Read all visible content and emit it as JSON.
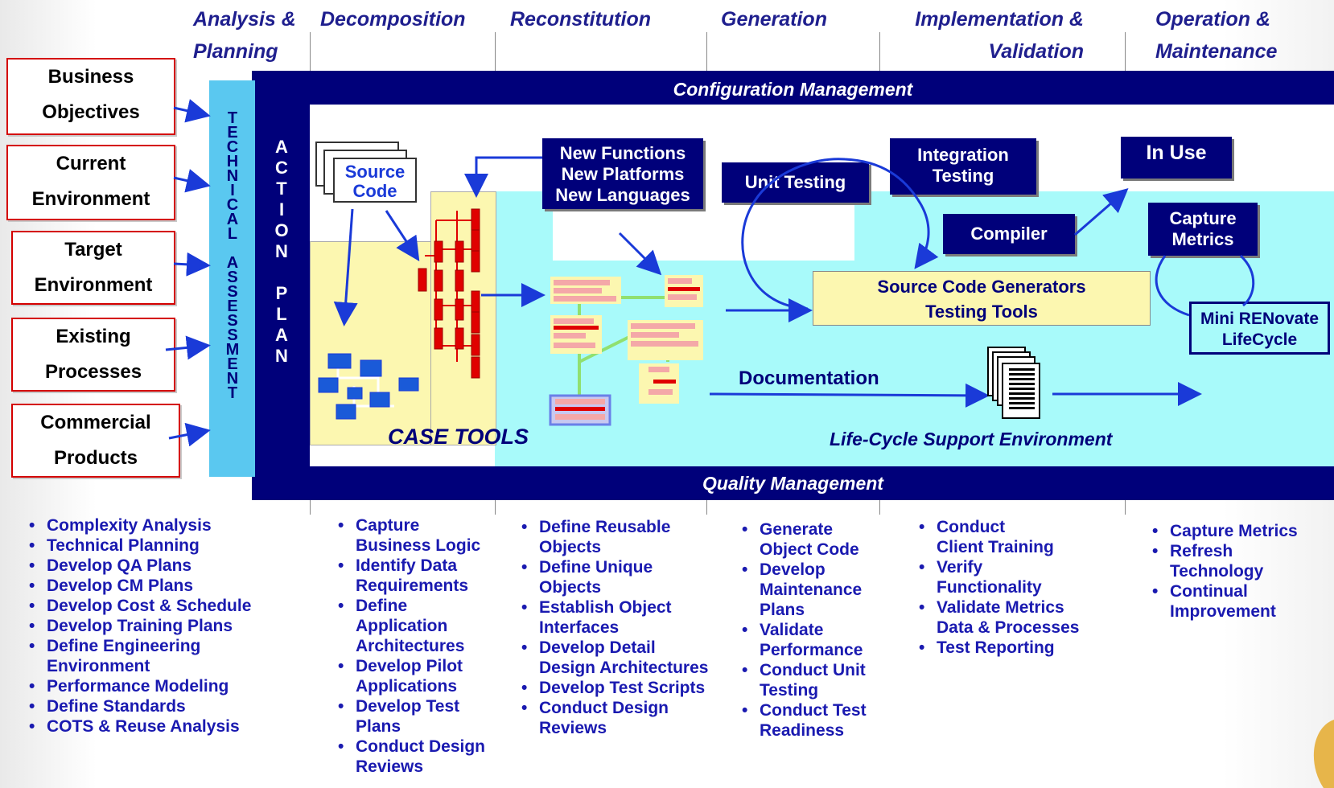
{
  "phases": [
    {
      "label": "Analysis &\nPlanning"
    },
    {
      "label": "Decomposition"
    },
    {
      "label": "Reconstitution"
    },
    {
      "label": "Generation"
    },
    {
      "label": "Implementation &\nValidation"
    },
    {
      "label": "Operation &\nMaintenance"
    }
  ],
  "bands": {
    "top": "Configuration Management",
    "bottom": "Quality Management"
  },
  "inputs": [
    {
      "label": "Business\nObjectives"
    },
    {
      "label": "Current\nEnvironment"
    },
    {
      "label": "Target\nEnvironment"
    },
    {
      "label": "Existing\nProcesses"
    },
    {
      "label": "Commercial\nProducts"
    }
  ],
  "technical_assessment": "T\nE\nC\nH\nN\nI\nC\nA\nL\n\nA\nS\nS\nE\nS\nS\nM\nE\nN\nT",
  "action_plan": "A\nC\nT\nI\nO\nN\n\nP\nL\nA\nN",
  "source_code": "Source\nCode",
  "new_functions": "New Functions\nNew Platforms\nNew Languages",
  "unit_testing": "Unit Testing",
  "integration_testing": "Integration\nTesting",
  "compiler": "Compiler",
  "in_use": "In Use",
  "capture_metrics": "Capture\nMetrics",
  "generators": "Source Code Generators\nTesting Tools",
  "mini_renovate": "Mini RENovate\nLifeCycle",
  "documentation": "Documentation",
  "case_tools": "CASE TOOLS",
  "lifecycle_env": "Life-Cycle Support Environment",
  "colors": {
    "navy": "#00007a",
    "cyan": "#a8fafa",
    "yellow": "#fcf7b0",
    "red": "#e00000",
    "assessment": "#5ac8f0"
  },
  "lists": {
    "analysis": [
      "Complexity Analysis",
      "Technical Planning",
      "Develop QA Plans",
      "Develop CM Plans",
      "Develop Cost & Schedule",
      "Develop Training Plans",
      "Define Engineering\nEnvironment",
      "Performance Modeling",
      "Define Standards",
      "COTS & Reuse Analysis"
    ],
    "decomposition": [
      "Capture\nBusiness  Logic",
      "Identify Data\nRequirements",
      "Define\nApplication\nArchitectures",
      "Develop Pilot\nApplications",
      "Develop Test\nPlans",
      "Conduct Design\nReviews"
    ],
    "reconstitution": [
      "Define Reusable\nObjects",
      "Define Unique\nObjects",
      "Establish Object\nInterfaces",
      "Develop Detail\nDesign Architectures",
      "Develop Test Scripts",
      "Conduct Design\nReviews"
    ],
    "generation": [
      "Generate\nObject Code",
      "Develop\nMaintenance\nPlans",
      "Validate\nPerformance",
      "Conduct Unit\nTesting",
      "Conduct Test\nReadiness"
    ],
    "implementation": [
      "Conduct\nClient Training",
      "Verify\n Functionality",
      "Validate Metrics\nData & Processes",
      "Test Reporting"
    ],
    "operation": [
      "Capture Metrics",
      "Refresh\n Technology",
      "Continual\nImprovement"
    ]
  }
}
